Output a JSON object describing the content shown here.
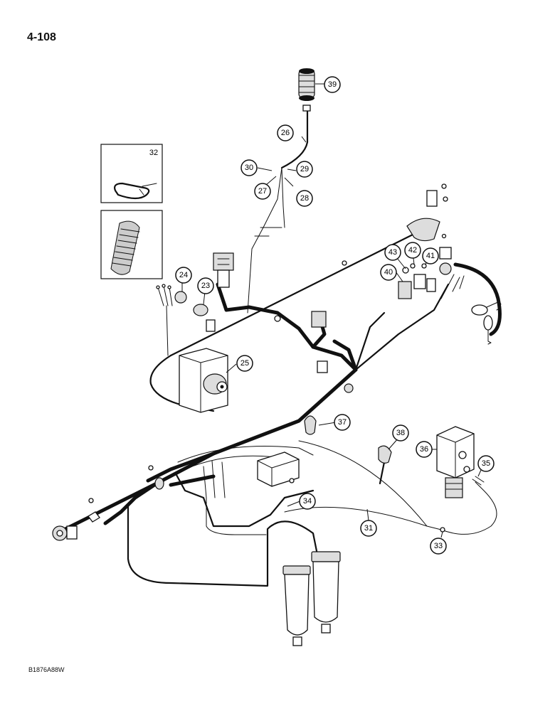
{
  "page": {
    "number": "4-108",
    "figure_code": "B1876A88W"
  },
  "inset_label": "32",
  "callouts": [
    "23",
    "24",
    "25",
    "26",
    "27",
    "28",
    "29",
    "30",
    "31",
    "33",
    "34",
    "35",
    "36",
    "37",
    "38",
    "39",
    "40",
    "41",
    "42",
    "43"
  ]
}
